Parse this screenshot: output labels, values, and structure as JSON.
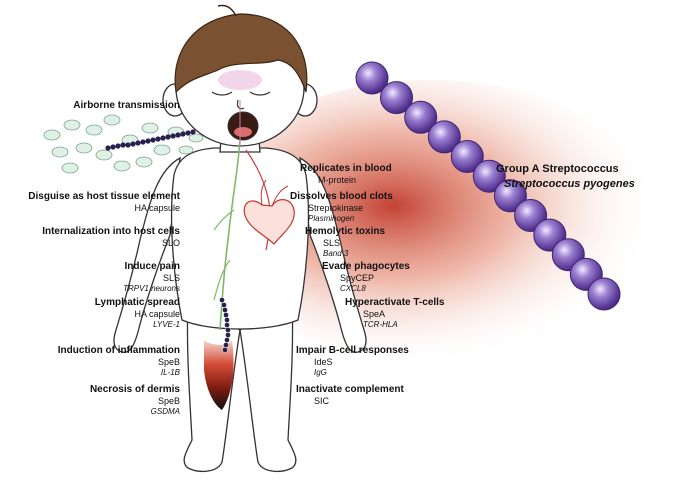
{
  "left_labels": [
    {
      "title": "Airborne transmission",
      "lines": []
    },
    {
      "title": "Disguise as host tissue element",
      "lines": [
        {
          "text": "HA capsule",
          "italic": false
        }
      ]
    },
    {
      "title": "Internalization into host cells",
      "lines": [
        {
          "text": "SLO",
          "italic": false
        }
      ]
    },
    {
      "title": "Induce pain",
      "lines": [
        {
          "text": "SLS",
          "italic": false
        },
        {
          "text": "TRPV1 neurons",
          "italic": true
        }
      ]
    },
    {
      "title": "Lymphatic spread",
      "lines": [
        {
          "text": "HA capsule",
          "italic": false
        },
        {
          "text": "LYVE-1",
          "italic": true
        }
      ]
    },
    {
      "title": "Induction of inflammation",
      "lines": [
        {
          "text": "SpeB",
          "italic": false
        },
        {
          "text": "IL-1B",
          "italic": true
        }
      ]
    },
    {
      "title": "Necrosis of dermis",
      "lines": [
        {
          "text": "SpeB",
          "italic": false
        },
        {
          "text": "GSDMA",
          "italic": true
        }
      ]
    }
  ],
  "right_labels": [
    {
      "title": "Replicates in blood",
      "lines": [
        {
          "text": "M-protein",
          "italic": false
        }
      ]
    },
    {
      "title": "Dissolves blood clots",
      "lines": [
        {
          "text": "Streptokinase",
          "italic": false
        },
        {
          "text": "Plasminogen",
          "italic": true
        }
      ]
    },
    {
      "title": "Hemolytic toxins",
      "lines": [
        {
          "text": "SLS",
          "italic": false
        },
        {
          "text": "Band 3",
          "italic": true
        }
      ]
    },
    {
      "title": "Evade phagocytes",
      "lines": [
        {
          "text": "SpyCEP",
          "italic": false
        },
        {
          "text": "CXCL8",
          "italic": true
        }
      ]
    },
    {
      "title": "Hyperactivate T-cells",
      "lines": [
        {
          "text": "SpeA",
          "italic": false
        },
        {
          "text": "TCR-HLA",
          "italic": true
        }
      ]
    },
    {
      "title": "Impair B-cell responses",
      "lines": [
        {
          "text": "IdeS",
          "italic": false
        },
        {
          "text": "IgG",
          "italic": true
        }
      ]
    },
    {
      "title": "Inactivate complement",
      "lines": [
        {
          "text": "SIC",
          "italic": false
        }
      ]
    }
  ],
  "bacterium": {
    "name": "Group A Streptococcus",
    "species": "Streptococcus pyogenes",
    "chain_cocci_count": 12
  },
  "colors": {
    "coccus": "#6a4aa8",
    "coccus_dark": "#3f2572",
    "infection_glow": "#c0392b",
    "hair": "#7a5232",
    "lymph": "#7fb96a",
    "blood_vessel": "#d03a3a",
    "droplet": "#dff0e6"
  }
}
